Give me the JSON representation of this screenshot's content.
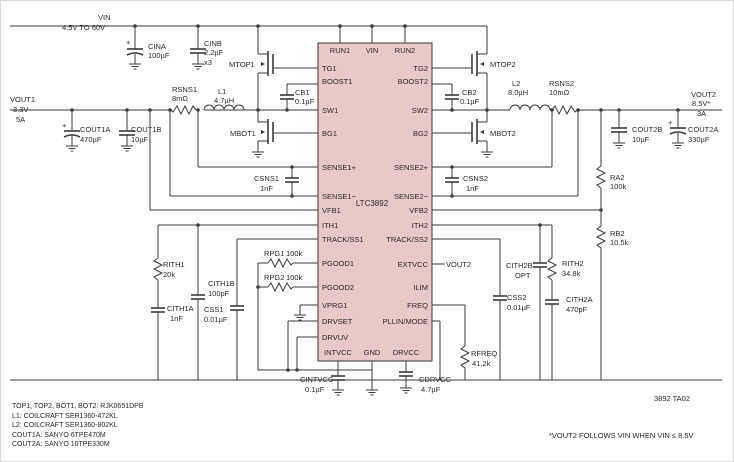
{
  "chip": {
    "name": "LTC3892",
    "fill": "#e8c9c8",
    "pins_left": [
      "TG1",
      "BOOST1",
      "SW1",
      "BG1",
      "SENSE1+",
      "SENSE1−",
      "VFB1",
      "ITH1",
      "TRACK/SS1",
      "PGOOD1",
      "PGOOD2",
      "VPRG1",
      "DRVSET",
      "DRVUV"
    ],
    "pins_right": [
      "TG2",
      "BOOST2",
      "SW2",
      "BG2",
      "SENSE2+",
      "SENSE2−",
      "VFB2",
      "ITH2",
      "TRACK/SS2",
      "EXTVCC",
      "ILIM",
      "FREQ",
      "PLLIN/MODE"
    ],
    "pins_top": [
      "RUN1",
      "VIN",
      "RUN2"
    ],
    "pins_bottom": [
      "INTVCC",
      "GND",
      "DRVCC"
    ]
  },
  "labels": {
    "vin": "VIN",
    "vin_range": "4.5V TO 60V",
    "cina": "CINA",
    "cina_val": "100µF",
    "cinb": "CINB",
    "cinb_val": "2.2µF",
    "cinb_x": "x3",
    "mtop1": "MTOP1",
    "mbot1": "MBOT1",
    "mtop2": "MTOP2",
    "mbot2": "MBOT2",
    "cb1": "CB1",
    "cb1_val": "0.1µF",
    "cb2": "CB2",
    "cb2_val": "0.1µF",
    "l1": "L1",
    "l1_val": "4.7µH",
    "l2": "L2",
    "l2_val": "8.0µH",
    "rsns1": "RSNS1",
    "rsns1_val": "8mΩ",
    "rsns2": "RSNS2",
    "rsns2_val": "10mΩ",
    "vout1": "VOUT1",
    "vout1_v": "3.3V",
    "vout1_a": "5A",
    "vout2": "VOUT2",
    "vout2_v": "8.5V*",
    "vout2_a": "3A",
    "cout1a": "COUT1A",
    "cout1a_val": "470µF",
    "cout1b": "COUT1B",
    "cout1b_val": "10µF",
    "cout2b": "COUT2B",
    "cout2b_val": "10µF",
    "cout2a": "COUT2A",
    "cout2a_val": "330µF",
    "csns1": "CSNS1",
    "csns1_val": "1nF",
    "csns2": "CSNS2",
    "csns2_val": "1nF",
    "ra2": "RA2",
    "ra2_val": "100k",
    "rb2": "RB2",
    "rb2_val": "10.5k",
    "rith1": "RITH1",
    "rith1_val": "20k",
    "cith1a": "CITH1A",
    "cith1a_val": "1nF",
    "cith1b": "CITH1B",
    "cith1b_val": "100pF",
    "css1": "CSS1",
    "css1_val": "0.01µF",
    "rpg1": "RPG1",
    "rpg1_val": "100k",
    "rpg2": "RPG2",
    "rpg2_val": "100k",
    "vout2_ext": "VOUT2",
    "css2": "CSS2",
    "css2_val": "0.01µF",
    "cith2b": "CITH2B",
    "cith2b_val": "OPT",
    "rith2": "RITH2",
    "rith2_val": "34.8k",
    "cith2a": "CITH2A",
    "cith2a_val": "470pF",
    "rfreq": "RFREQ",
    "rfreq_val": "41.2k",
    "cintvcc": "CINTVCC",
    "cintvcc_val": "0.1µF",
    "cdrvcc": "CDRVCC",
    "cdrvcc_val": "4.7µF",
    "drawing_tag": "3892 TA02"
  },
  "notes": [
    "TOP1, TOP2, BOT1, BOT2: RJK0651DPB",
    "L1: COILCRAFT SER1360-472KL",
    "L2: COILCRAFT SER1360-802KL",
    "COUT1A: SANYO 6TPE470M",
    "COUT2A: SANYO 10TPE330M"
  ],
  "footnote": "*VOUT2 FOLLOWS VIN WHEN VIN ≤ 8.5V"
}
